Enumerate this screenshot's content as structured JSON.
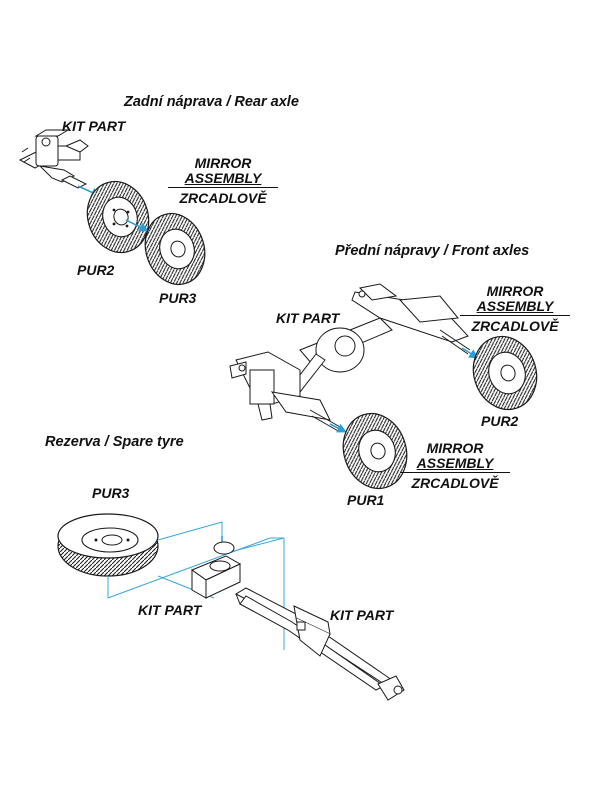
{
  "sections": {
    "rear": {
      "heading": "Zadní náprava / Rear axle",
      "kit_label": "KIT PART",
      "mirror": {
        "line1": "MIRROR",
        "line2": "ASSEMBLY",
        "line3": "ZRCADLOVĚ"
      },
      "wheel_labels": [
        "PUR2",
        "PUR3"
      ]
    },
    "front": {
      "heading": "Přední nápravy / Front axles",
      "kit_label": "KIT PART",
      "mirror_top": {
        "line1": "MIRROR",
        "line2": "ASSEMBLY",
        "line3": "ZRCADLOVĚ"
      },
      "mirror_bottom": {
        "line1": "MIRROR",
        "line2": "ASSEMBLY",
        "line3": "ZRCADLOVĚ"
      },
      "wheel_labels": [
        "PUR2",
        "PUR1"
      ]
    },
    "spare": {
      "heading": "Rezerva / Spare tyre",
      "wheel_label": "PUR3",
      "kit_label_left": "KIT PART",
      "kit_label_right": "KIT PART"
    }
  },
  "colors": {
    "arrow": "#2a9fd6",
    "line": "#1a1a1a",
    "fill": "#ffffff",
    "guide": "#3aa7dc"
  }
}
